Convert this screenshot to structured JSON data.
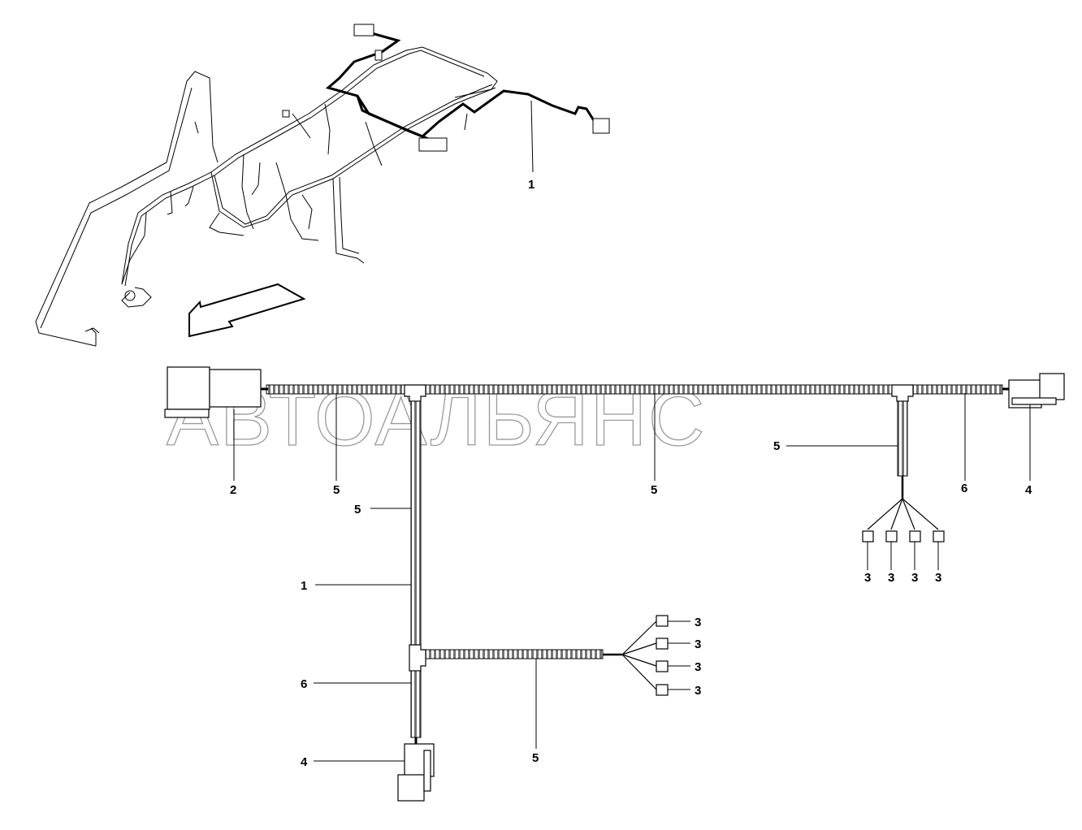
{
  "watermark": "АВТОАЛЬЯНС",
  "callouts": {
    "c_1_top": "1",
    "c_2": "2",
    "c_5_a": "5",
    "c_5_b": "5",
    "c_5_c": "5",
    "c_6_a": "6",
    "c_4_a": "4",
    "c_3_r1": "3",
    "c_3_r2": "3",
    "c_3_r3": "3",
    "c_3_r4": "3",
    "c_5_d": "5",
    "c_1_mid": "1",
    "c_6_b": "6",
    "c_4_b": "4",
    "c_3_b1": "3",
    "c_3_b2": "3",
    "c_3_b3": "3",
    "c_3_b4": "3",
    "c_5_e": "5"
  },
  "colors": {
    "line": "#000000",
    "watermark": "#9a9a9a",
    "background": "#ffffff"
  }
}
